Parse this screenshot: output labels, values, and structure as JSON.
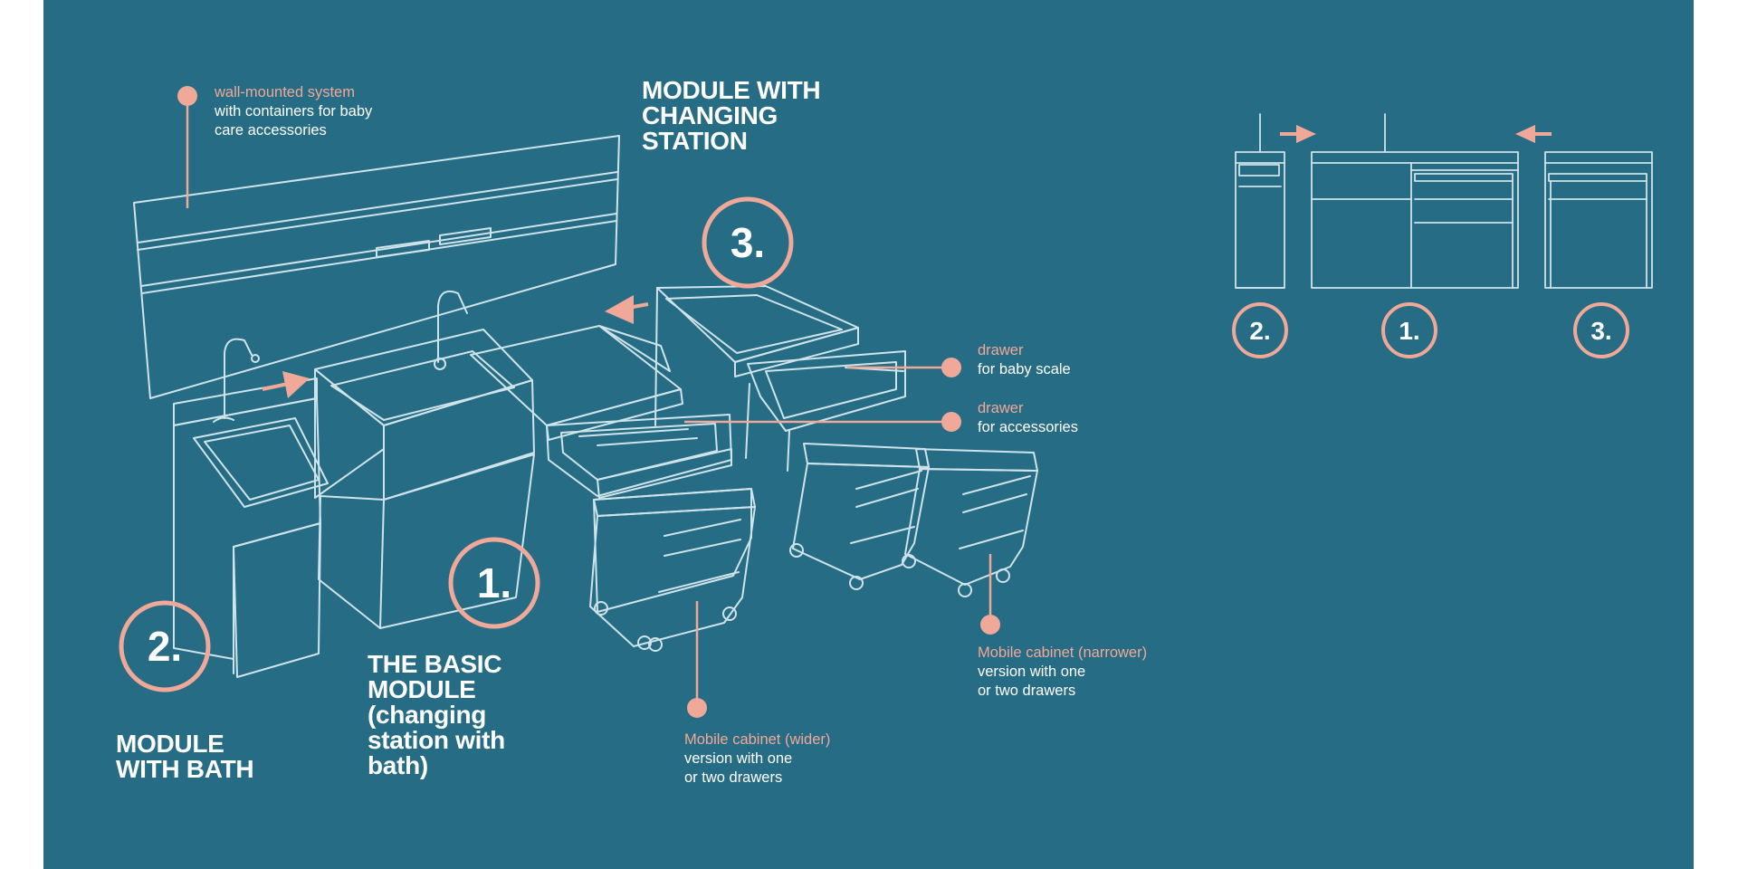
{
  "colors": {
    "background": "#266c84",
    "line": "#cfe3ea",
    "accent": "#f0a899",
    "text": "#ffffff"
  },
  "headings": {
    "changing_station": [
      "MODULE WITH",
      "CHANGING",
      "STATION"
    ],
    "bath": [
      "MODULE",
      "WITH BATH"
    ],
    "basic": [
      "THE BASIC",
      "MODULE",
      "(changing",
      "station with",
      "bath)"
    ]
  },
  "callouts": {
    "wall": {
      "accent": "wall-mounted system",
      "lines": [
        "with containers for baby",
        "care accessories"
      ]
    },
    "scale_drawer": {
      "accent": "drawer",
      "lines": [
        "for baby scale"
      ]
    },
    "accessory_drawer": {
      "accent": "drawer",
      "lines": [
        "for accessories"
      ]
    },
    "narrow_cabinet": {
      "accent": "Mobile cabinet (narrower)",
      "lines": [
        "version with one",
        "or two drawers"
      ]
    },
    "wide_cabinet": {
      "accent": "Mobile cabinet (wider)",
      "lines": [
        "version with one",
        "or two drawers"
      ]
    }
  },
  "badges": {
    "basic": "1.",
    "bath": "2.",
    "changing": "3.",
    "mini_bath": "2.",
    "mini_basic": "1.",
    "mini_changing": "3."
  }
}
